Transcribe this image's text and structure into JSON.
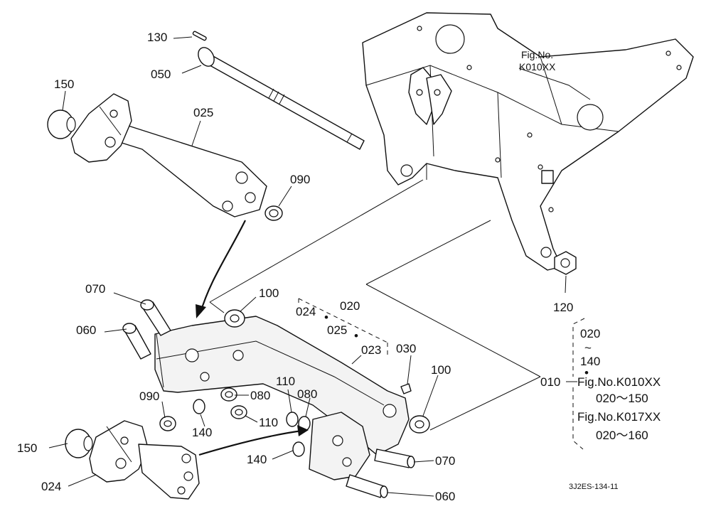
{
  "callouts": {
    "c130": "130",
    "c050": "050",
    "c150_top": "150",
    "c025": "025",
    "c090_top": "090",
    "figno_line1": "Fig.No.",
    "figno_line2": "K010XX",
    "c070_left": "070",
    "c100_top": "100",
    "c060_left": "060",
    "c024_group": "024",
    "c020_group": "020",
    "c025_group": "025",
    "c023": "023",
    "c030": "030",
    "c120": "120",
    "c110_a": "110",
    "c080_a": "080",
    "c080_b": "080",
    "c110_b": "110",
    "c100_right": "100",
    "c090_bottom": "090",
    "c140_a": "140",
    "c150_bottom": "150",
    "c140_b": "140",
    "c070_right": "070",
    "c024_bottom": "024",
    "c060_right": "060"
  },
  "legend": {
    "range_start": "020",
    "tilde": "~",
    "range_end": "140",
    "dot": "•",
    "code": "010",
    "ref1": "Fig.No.K010XX",
    "range1": "020～150",
    "ref2": "Fig.No.K017XX",
    "range2": "020～160"
  },
  "drawing_id": "3J2ES-134-11"
}
